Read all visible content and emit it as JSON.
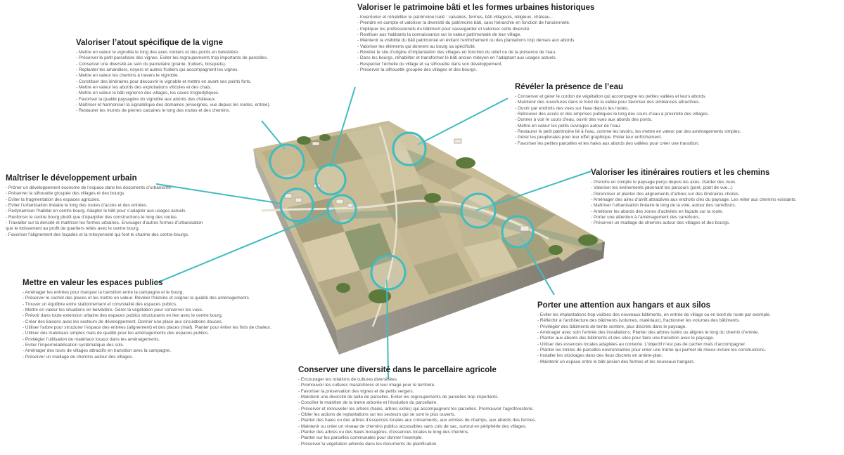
{
  "sections": {
    "vigne": {
      "title": "Valoriser l’atout spécifique de la vigne",
      "items": [
        "- Mettre en valeur le vignoble le long des axes routiers et des points en belvédère.",
        "- Préserver le petit parcellaire des vignes. Eviter les regroupements trop importants de parcelles.",
        "- Conserver une diversité au sein du parcellaire (prairie, fruitiers, bosquets).",
        "- Replanter les amandiers, noyers et autres fruitiers qui accompagnent les vignes.",
        "- Mettre en valeur les chemins à travers le vignoble.",
        "- Constituer des itinéraires pour découvrir le vignoble et mettre en avant ses points forts.",
        "- Mettre en valeur les abords des exploitations viticoles et des chais.",
        "- Mettre en valeur le bâti vigneron des villages, les caves troglodytiques.",
        "- Favoriser la qualité paysagère du vignoble aux abords des châteaux.",
        "- Maîtriser et harmoniser la signalétique des domaines (enseignes, vue depuis les routes, entrée).",
        "- Restaurer les murets de pierres calcaires le long des routes et des chemins."
      ]
    },
    "patrimoine": {
      "title": "Valoriser le patrimoine bâti et les formes urbaines historiques",
      "items": [
        "- Inventorier et réhabiliter le patrimoine isolé : calvaires, fermes, bâti villageois, religieux, château...",
        "- Prendre en compte et valoriser la diversité du patrimoine bâti, sans hiérarchie en fonction de l’ancienneté.",
        "- Impliquer les professionnels du bâtiment pour sauvegarder et valoriser cette diversité.",
        "- Restituer aux habitants la connaissance sur la valeur patrimoniale de leur village.",
        "- Maintenir la visibilité du bâti patrimonial en évitant l’enfrichement ou des plantations trop denses aux abords.",
        "- Valoriser les éléments qui donnent au bourg sa spécificité.",
        "- Révéler le site d’origine d’implantation des villages en fonction du relief ou de la présence de l’eau.",
        "- Dans les bourgs, réhabiliter et transformer le bâti ancien mitoyen en l’adaptant aux usages actuels.",
        "- Respecter l’échelle du village et sa silhouette dans son développement.",
        "- Préserver la silhouette groupée des villages et des bourgs."
      ]
    },
    "eau": {
      "title": "Révéler la présence de l’eau",
      "items": [
        "- Conserver et gérer le cordon de végétation qui accompagne les petites vallées et leurs abords.",
        "- Maintenir des ouvertures dans le fond de la vallée pour favoriser des ambiances attractives.",
        "- Ouvrir par endroits des vues sur l’eau depuis les routes.",
        "- Retrouver des accès et des emprises publiques le long des cours d’eau à proximité des villages.",
        "- Donner à voir le cours d’eau, ouvrir des vues aux abords des ponts.",
        "- Mettre en valeur les petits ouvrages autour de l’eau.",
        "- Restaurer le petit patrimoine lié à l’eau, comme les lavoirs, les mettre en valeur par des aménagements simples.",
        "- Gérer les peupleraies pour leur effet graphique. Eviter leur enfrichement.",
        "- Favoriser les petites parcelles et les haies aux abords des vallées pour créer une transition."
      ]
    },
    "urbain": {
      "title": "Maîtriser le développement urbain",
      "items": [
        "- Prôner un développement économe de l’espace dans les documents d’urbanisme.",
        "- Préserver la silhouette groupée des villages et des bourgs.",
        "- Eviter la fragmentation des espaces agricoles.",
        "- Eviter l’urbanisation linéaire le long des routes d’accès et des entrées.",
        "- Redynamiser l’habitat en centre bourg. Adapter le bâti pour s’adapter aux usages actuels.",
        "- Renforcer le centre bourg plutôt que d’éparpiller des constructions le long des routes.",
        "- Travailler sur la densité et maîtriser les formes urbaines. Envisager d’autres formes d’urbanisation",
        "  que le lotissement au profit de quartiers reliés avec le centre bourg.",
        "- Favoriser l’alignement des façades et la mitoyenneté qui font le charme des centre-bourgs."
      ]
    },
    "itineraires": {
      "title": "Valoriser les itinéraires routiers et les chemins",
      "items": [
        "- Prendre en compte le paysage perçu depuis les axes. Garder des vues.",
        "- Valoriser les événements jalonnant les parcours (pont, point de vue...)",
        "- Pérenniser et planter des alignements d’arbres sur des itinéraires choisis.",
        "- Aménager des aires d’arrêt attractives aux endroits clés du paysage. Les relier aux chemins existants.",
        "- Maîtriser l’urbanisation linéaire le long de la voie, autour des carrefours.",
        "- Améliorer les abords des zones d’activités en façade sur la route.",
        "- Porter une attention à l’aménagement des carrefours.",
        "- Préserver un maillage de chemins autour des villages et des bourgs."
      ]
    },
    "espaces": {
      "title": "Mettre en valeur les espaces publics",
      "items": [
        "- Aménager les entrées pour marquer la transition entre la campagne et le bourg.",
        "- Préserver le cachet des places et les mettre en valeur. Révéler l’histoire et soigner la qualité des aménagements.",
        "- Trouver un équilibre entre stationnement et convivialité des espaces publics.",
        "- Mettre en valeur les situations en belvédère. Gérer la végétation pour conserver les vues.",
        "- Prévoir dans toute extension urbaine des espaces publics structurants en lien avec le centre bourg.",
        "- Créer des liaisons avec les secteurs de développement. Donner une place aux circulations douces.",
        "- Utiliser l’arbre pour structurer l’espace des entrées (alignement) et des places (mail). Planter pour éviter les îlots de chaleur.",
        "- Utiliser des matériaux simples mais de qualité pour les aménagements des espaces publics.",
        "- Privilégier l’utilisation de matériaux locaux dans les aménagements.",
        "- Eviter l’imperméabilisation systématique des sols.",
        "- Aménager des tours de villages attractifs en transition avec la campagne.",
        "- Préserver un maillage de chemins autour des villages."
      ]
    },
    "hangars": {
      "title": "Porter une attention aux hangars et aux silos",
      "items": [
        "- Eviter les implantations trop visibles des nouveaux bâtiments, en entrée de village ou en bord de route par exemple.",
        "- Réfléchir à l’architecture des bâtiments (volumes, matériaux), fractionner les volumes des bâtiments.",
        "- Privilégier des bâtiments de teinte sombre, plus discrets dans le paysage.",
        "- Aménager avec soin l’entrée des installations. Planter des arbres isolés ou alignés le long du chemin d’entrée.",
        "- Planter aux abords des bâtiments et des silos pour faire une transition avec le paysage.",
        "- Utiliser des essences locales adaptées au contexte. L’objectif n’est pas de cacher mais d’accompagner.",
        "- Planter les limites de parcelles environnantes pour créer une trame qui permet de mieux inclure les constructions.",
        "- Installer les stockages dans des lieux discrets en arrière-plan.",
        "- Maintenir un espace entre le bâti ancien des fermes et les nouveaux hangars."
      ]
    },
    "parcellaire": {
      "title": "Conserver une diversité dans le parcellaire agricole",
      "items": [
        "- Encourager les rotations de cultures diversifiées.",
        "- Promouvoir les cultures maraîchères et leur image pour le territoire.",
        "- Favoriser la préservation des vignes et de petits vergers.",
        "- Maintenir une diversité de taille de parcelles. Eviter les regroupements de parcelles trop importants.",
        "- Concilier le maintien de la trame arborée et l’évolution du parcellaire.",
        "- Préserver et renouveler les arbres (haies, arbres isolés) qui accompagnent les parcelles. Promouvoir l’agroforesterie.",
        "- Cibler les actions de replantations sur les secteurs qui se sont le plus ouverts.",
        "- Planter des haies ou des arbres d’essences locales aux croisements, aux entrées de champs, aux abords des fermes.",
        "- Maintenir ou créer un réseau de chemins publics accessibles sans culs de sac, surtout en périphérie des villages.",
        "- Planter des arbres ou des haies bocagères, d’essences locales le long des chemins.",
        "- Planter sur les parcelles communales pour donner l’exemple.",
        "- Préserver la végétation arborée dans les documents de planification."
      ]
    }
  },
  "colors": {
    "callout": "#3fbcc0",
    "title": "#1f1f1f",
    "text": "#555555"
  }
}
